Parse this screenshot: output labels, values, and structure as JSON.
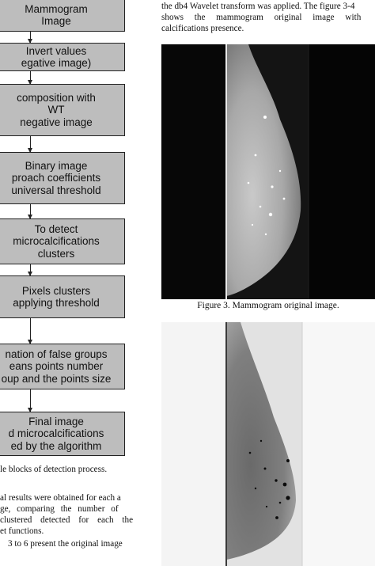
{
  "flowchart": {
    "boxes": [
      {
        "lines": [
          "Mammogram",
          "Image"
        ]
      },
      {
        "lines": [
          "Invert values",
          "egative image)"
        ]
      },
      {
        "lines": [
          "composition with",
          "WT",
          "negative image"
        ]
      },
      {
        "lines": [
          "Binary image",
          "proach coefficients",
          "universal threshold"
        ]
      },
      {
        "lines": [
          "To detect",
          "microcalcifications",
          "clusters"
        ]
      },
      {
        "lines": [
          "Pixels clusters",
          "applying threshold"
        ]
      },
      {
        "lines": [
          "nation of false groups",
          "eans points number",
          "oup and the points size"
        ]
      },
      {
        "lines": [
          "Final image",
          "d microcalcifications",
          "ed by the algorithm"
        ]
      }
    ],
    "caption": "le blocks of detection process."
  },
  "left_text": {
    "lines": [
      "al results were obtained for each a",
      "ge, comparing the number of",
      "clustered detected for each the",
      "et functions.",
      "3 to 6 present the original image"
    ]
  },
  "right_text": {
    "lines": [
      "the db4 Wavelet transform was applied. The figure 3-4",
      "shows the mammogram original image with",
      "calcifications presence."
    ]
  },
  "figure3": {
    "caption": "Figure 3. Mammogram original image."
  },
  "figure4": {}
}
